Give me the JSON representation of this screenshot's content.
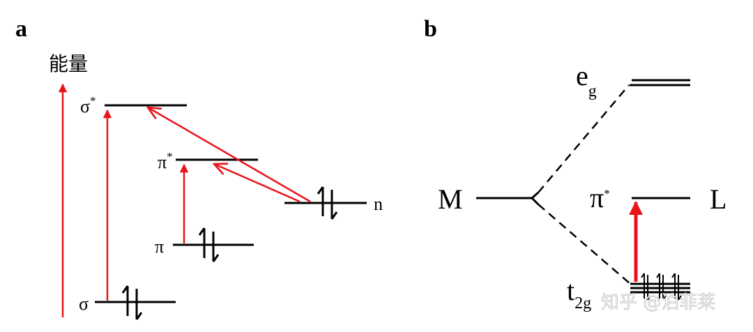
{
  "panel_a": {
    "label": "a",
    "axis_label": "能量",
    "levels": {
      "sigma_star": {
        "label": "σ",
        "sup": "*"
      },
      "pi_star": {
        "label": "π",
        "sup": "*"
      },
      "n": {
        "label": "n"
      },
      "pi": {
        "label": "π"
      },
      "sigma": {
        "label": "σ"
      }
    }
  },
  "panel_b": {
    "label": "b",
    "metal_label": "M",
    "ligand_label": "L",
    "eg": {
      "label": "e",
      "sub": "g"
    },
    "pi_star": {
      "label": "π",
      "sup": "*"
    },
    "t2g": {
      "label": "t",
      "sub": "2g"
    }
  },
  "watermark": "知乎 @泊菲莱",
  "colors": {
    "arrow": "#e8141a",
    "line": "#000000"
  }
}
